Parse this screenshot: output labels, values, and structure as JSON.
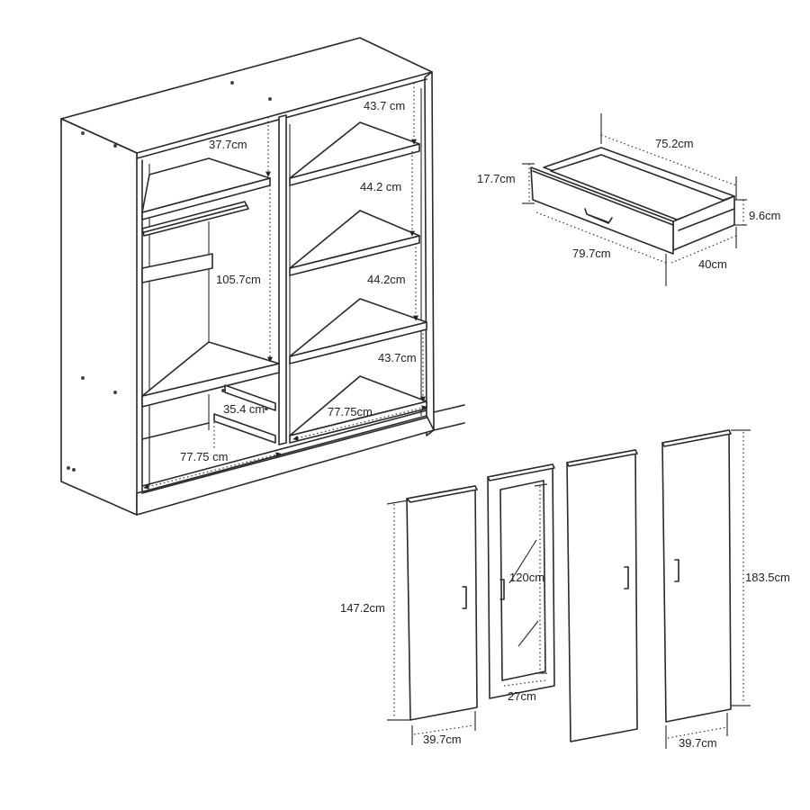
{
  "wardrobe": {
    "dims": {
      "top_right_gap": "43.7 cm",
      "top_left_gap": "37.7cm",
      "right_gap_2": "44.2 cm",
      "left_height": "105.7cm",
      "right_gap_3": "44.2cm",
      "right_gap_4": "43.7cm",
      "drawer_gap": "35.4 cm",
      "right_width": "77.75cm",
      "left_width": "77.75 cm"
    }
  },
  "drawer": {
    "dims": {
      "depth_top": "75.2cm",
      "front_height": "17.7cm",
      "side_height": "9.6cm",
      "front_width": "79.7cm",
      "side_depth": "40cm"
    }
  },
  "doors": {
    "small_door": {
      "height": "147.2cm",
      "width": "39.7cm"
    },
    "mirror_door": {
      "mirror_height": "120cm",
      "mirror_width": "27cm"
    },
    "tall_door": {
      "height": "183.5cm",
      "width": "39.7cm"
    }
  },
  "colors": {
    "line": "#2a2a2a",
    "background": "#ffffff"
  }
}
